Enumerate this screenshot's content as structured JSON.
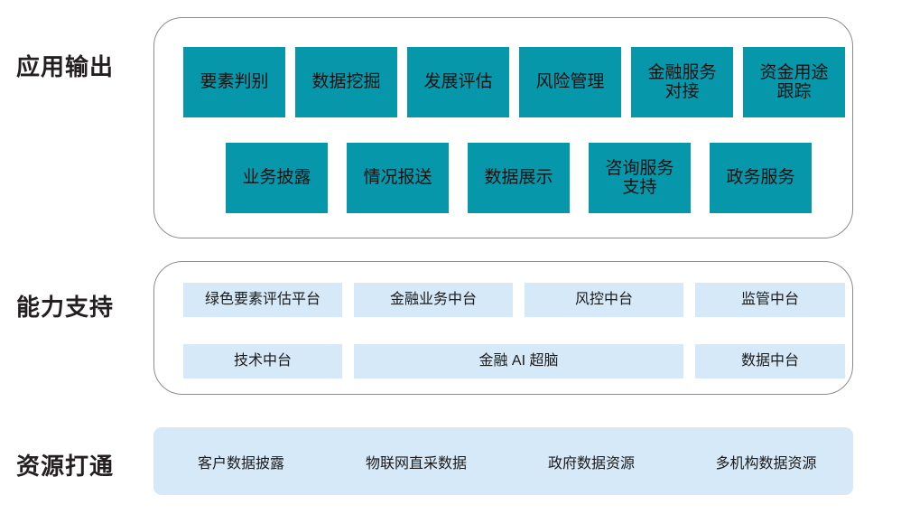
{
  "diagram": {
    "title_colors": {
      "teal": "#0697AA",
      "light_blue": "#D6E9F8",
      "label_text": "#231F20",
      "panel_border": "#8C8C8C",
      "background": "#FFFFFF"
    },
    "tiers": [
      {
        "label": "应用输出",
        "rows": [
          {
            "items": [
              {
                "line1": "要素判别",
                "line2": ""
              },
              {
                "line1": "数据挖掘",
                "line2": ""
              },
              {
                "line1": "发展评估",
                "line2": ""
              },
              {
                "line1": "风险管理",
                "line2": ""
              },
              {
                "line1": "金融服务",
                "line2": "对接"
              },
              {
                "line1": "资金用途",
                "line2": "跟踪"
              }
            ]
          },
          {
            "items": [
              {
                "line1": "业务披露",
                "line2": ""
              },
              {
                "line1": "情况报送",
                "line2": ""
              },
              {
                "line1": "数据展示",
                "line2": ""
              },
              {
                "line1": "咨询服务",
                "line2": "支持"
              },
              {
                "line1": "政务服务",
                "line2": ""
              }
            ]
          }
        ]
      },
      {
        "label": "能力支持",
        "rows": [
          {
            "items": [
              {
                "line1": "绿色要素评估平台"
              },
              {
                "line1": "金融业务中台"
              },
              {
                "line1": "风控中台"
              },
              {
                "line1": "监管中台"
              }
            ]
          },
          {
            "items": [
              {
                "line1": "技术中台"
              },
              {
                "line1": "金融 AI 超脑"
              },
              {
                "line1": "数据中台"
              }
            ]
          }
        ]
      },
      {
        "label": "资源打通",
        "items": [
          {
            "line1": "客户数据披露"
          },
          {
            "line1": "物联网直采数据"
          },
          {
            "line1": "政府数据资源"
          },
          {
            "line1": "多机构数据资源"
          }
        ]
      }
    ]
  }
}
